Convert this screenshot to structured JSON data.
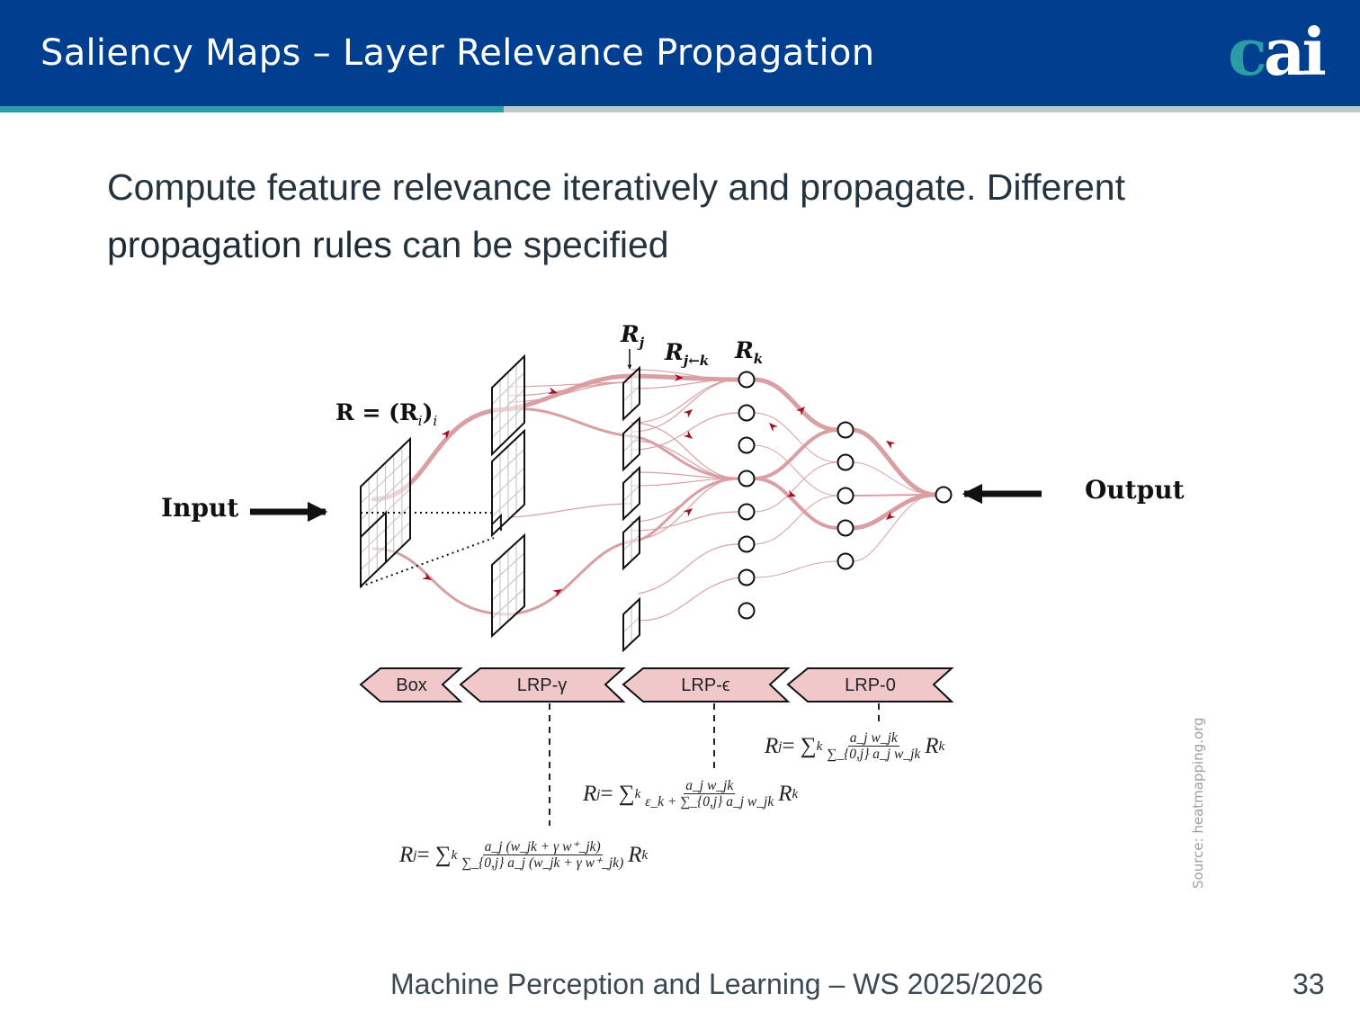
{
  "header": {
    "title": "Saliency Maps – Layer Relevance Propagation",
    "logo_text": "cai"
  },
  "body": {
    "line1": "Compute feature relevance iteratively and propagate. Different",
    "bold": "propagation rules",
    "line2_rest": " can be specified"
  },
  "diagram": {
    "input_label": "Input",
    "output_label": "Output",
    "r_label": "R = (R",
    "r_label_i": "i",
    "r_label_close": ")",
    "rj": "R",
    "rj_sub": "j",
    "rjk_sub": "j←k",
    "rk_sub": "k",
    "banners": [
      "Box",
      "LRP-γ",
      "LRP-ϵ",
      "LRP-0"
    ],
    "formulas": [
      {
        "lhs": "R",
        "lhs_sub": "j",
        "op": " = ∑",
        "sum_sub": "k",
        "num": "a_j w_jk",
        "den": "∑_{0,j} a_j w_jk",
        "rhs": "R",
        "rhs_sub": "k"
      },
      {
        "lhs": "R",
        "lhs_sub": "j",
        "op": " = ∑",
        "sum_sub": "k",
        "num": "a_j w_jk",
        "den": "ε_k + ∑_{0,j} a_j w_jk",
        "rhs": "R",
        "rhs_sub": "k"
      },
      {
        "lhs": "R",
        "lhs_sub": "j",
        "op": " = ∑",
        "sum_sub": "k",
        "num": "a_j (w_jk + γ w⁺_jk)",
        "den": "∑_{0,j} a_j (w_jk + γ w⁺_jk)",
        "rhs": "R",
        "rhs_sub": "k"
      }
    ],
    "colors": {
      "flow": "#d9a0a3",
      "arrow": "#a3101f",
      "banner": "#f0c8ca"
    }
  },
  "source": "Source: heatmapping.org",
  "footer": {
    "course": "Machine Perception and Learning – WS 2025/2026",
    "page": "33"
  }
}
